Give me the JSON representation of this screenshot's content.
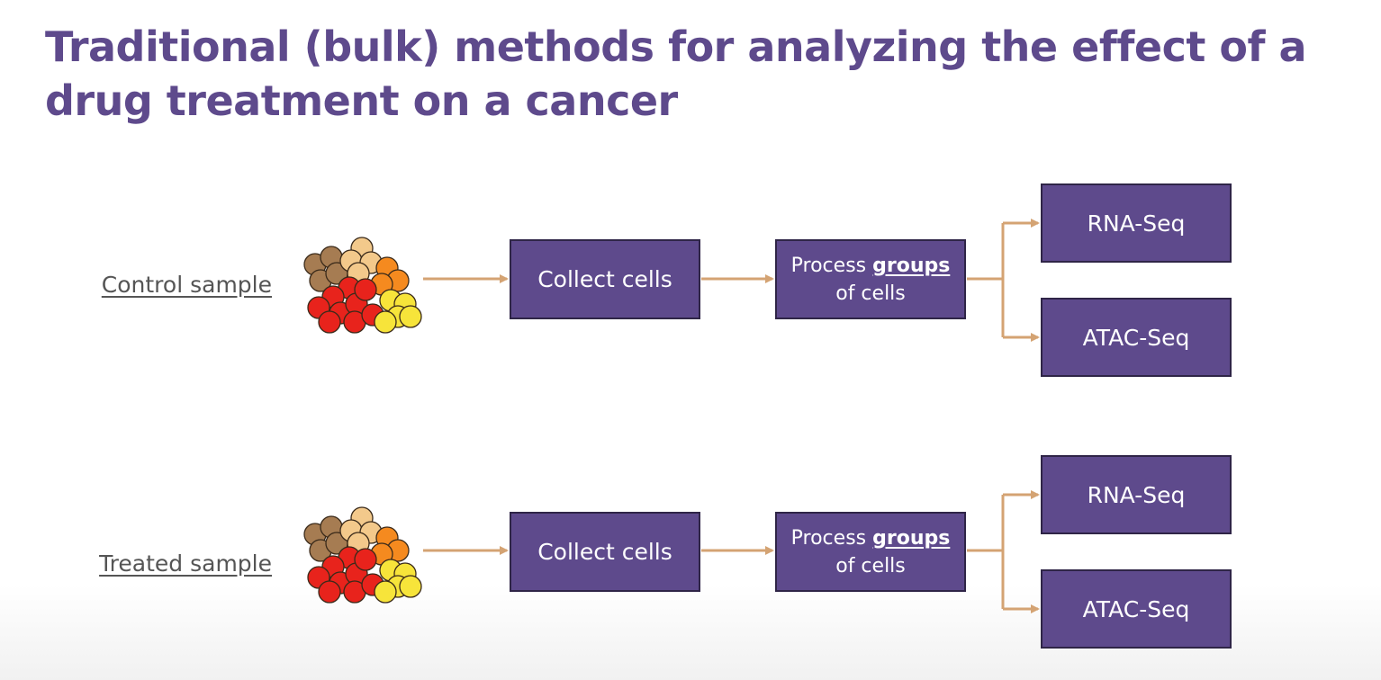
{
  "title": "Traditional (bulk) methods for analyzing the effect of a drug treatment on a cancer",
  "rows": [
    {
      "sample_label": "Control sample",
      "collect_label": "Collect cells",
      "process_label_prefix": "Process ",
      "process_label_bold": "groups",
      "process_label_suffix": "of cells",
      "assays": [
        "RNA-Seq",
        "ATAC-Seq"
      ]
    },
    {
      "sample_label": "Treated sample",
      "collect_label": "Collect cells",
      "process_label_prefix": "Process ",
      "process_label_bold": "groups",
      "process_label_suffix": "of cells",
      "assays": [
        "RNA-Seq",
        "ATAC-Seq"
      ]
    }
  ],
  "colors": {
    "box_fill": "#5e4a8c",
    "box_border": "#2f2547",
    "arrow": "#d4a373",
    "title": "#5e4a8c",
    "cell_brown": "#a67c52",
    "cell_tan": "#f3c98b",
    "cell_orange": "#f58a1f",
    "cell_red": "#e8231c",
    "cell_yellow": "#f7e43a"
  }
}
